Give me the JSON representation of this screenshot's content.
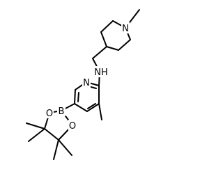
{
  "structure": {
    "atoms": {
      "n_piperidine": "N",
      "nh_amine": "NH",
      "n_pyridine": "N",
      "b_boron": "B",
      "o_upper": "O",
      "o_lower": "O"
    }
  }
}
